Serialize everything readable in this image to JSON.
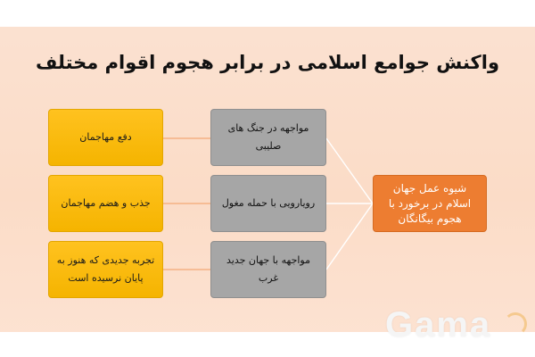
{
  "title": "واکنش جوامع اسلامی در برابر هجوم اقوام مختلف",
  "root": "شیوه عمل جهان اسلام در برخورد با هجوم بیگانگان",
  "branches": [
    {
      "middle": "مواجهه در جنگ های صلیبی",
      "leaf": "دفع مهاجمان"
    },
    {
      "middle": "رویارویی با حمله مغول",
      "leaf": "جذب و هضم مهاجمان"
    },
    {
      "middle": "مواجهه با جهان جدید غرب",
      "leaf": "تجربه جدیدی که هنوز به پایان نرسیده است"
    }
  ],
  "watermark": "Gama",
  "colors": {
    "root": "#ed7d31",
    "middle": "#a6a6a6",
    "leaf": "#ffc000",
    "line": "#f4b183"
  }
}
